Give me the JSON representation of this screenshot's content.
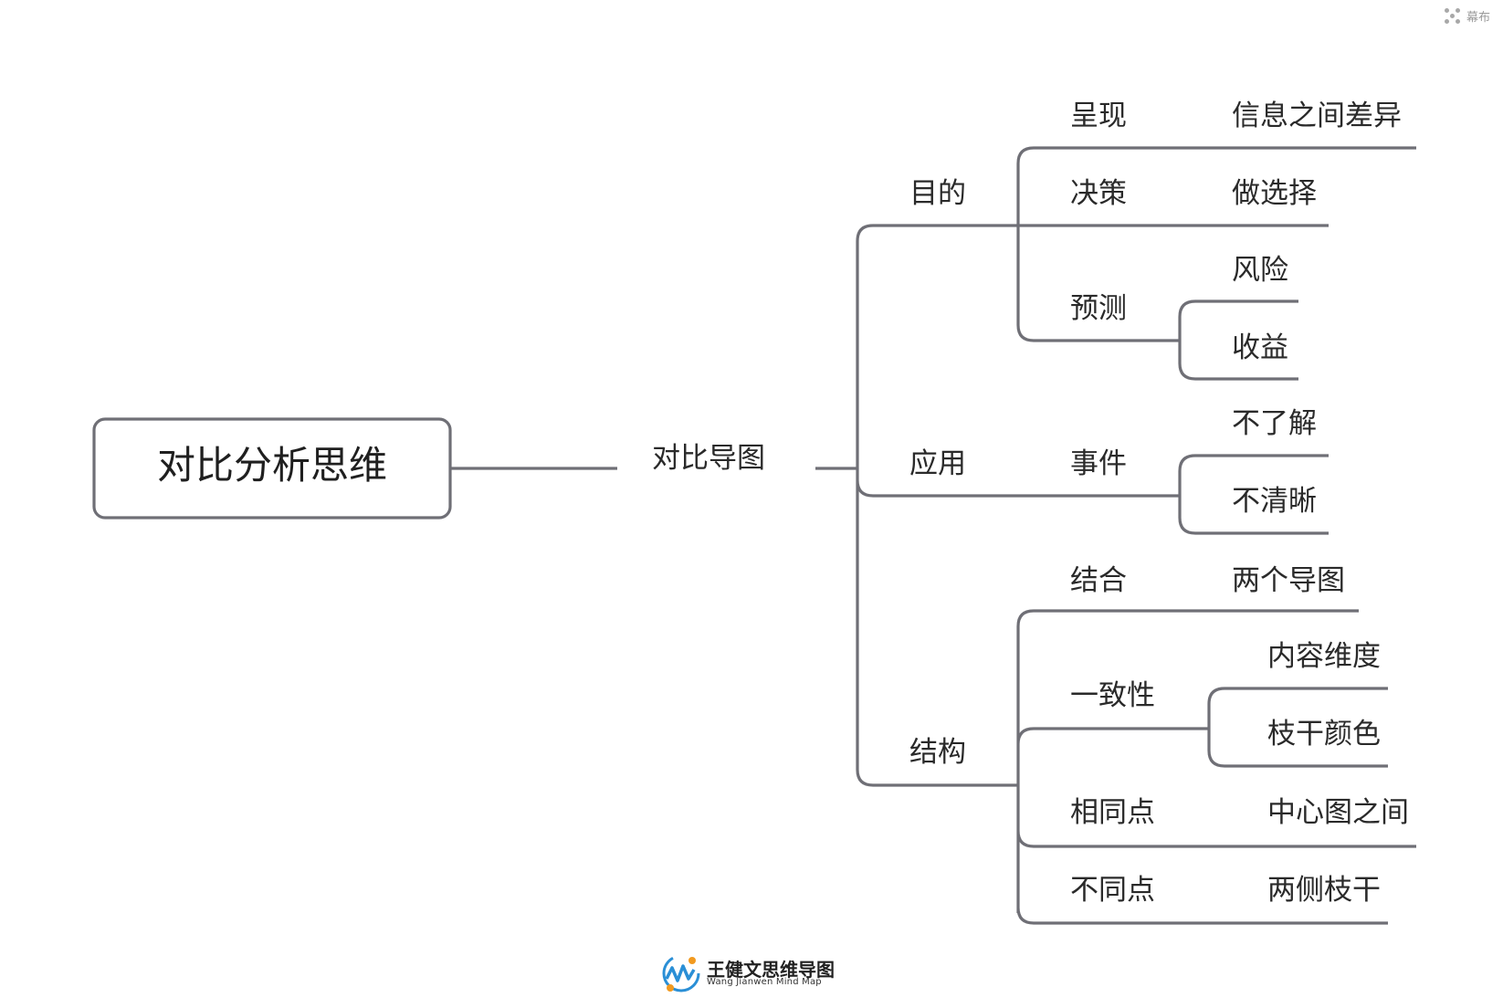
{
  "brand": {
    "label": "幕布",
    "icon": "mubu-dots-icon"
  },
  "root": {
    "label": "对比分析思维"
  },
  "main": {
    "label": "对比导图"
  },
  "branches": {
    "mudi": {
      "label": "目的",
      "children": {
        "chengxian": {
          "label": "呈现",
          "leaf": "信息之间差异"
        },
        "juece": {
          "label": "决策",
          "leaf": "做选择"
        },
        "yuce": {
          "label": "预测",
          "leaves": [
            "风险",
            "收益"
          ]
        }
      }
    },
    "yingyong": {
      "label": "应用",
      "children": {
        "shijian": {
          "label": "事件",
          "leaves": [
            "不了解",
            "不清晰"
          ]
        }
      }
    },
    "jiegou": {
      "label": "结构",
      "children": {
        "jiehe": {
          "label": "结合",
          "leaf": "两个导图"
        },
        "yizhixing": {
          "label": "一致性",
          "leaves": [
            "内容维度",
            "枝干颜色"
          ]
        },
        "xiangtongdian": {
          "label": "相同点",
          "leaf": "中心图之间"
        },
        "butongdian": {
          "label": "不同点",
          "leaf": "两侧枝干"
        }
      }
    }
  },
  "watermark": {
    "title": "王健文思维导图",
    "subtitle": "Wang Jianwen Mind Map",
    "logo_icon": "wjw-mindmap-logo-icon",
    "colors": {
      "blue": "#2a8fd6",
      "orange": "#f29a1f"
    }
  },
  "colors": {
    "connector": "#6f6f76",
    "root_border": "#6f6f76",
    "text": "#2a2a2a"
  }
}
